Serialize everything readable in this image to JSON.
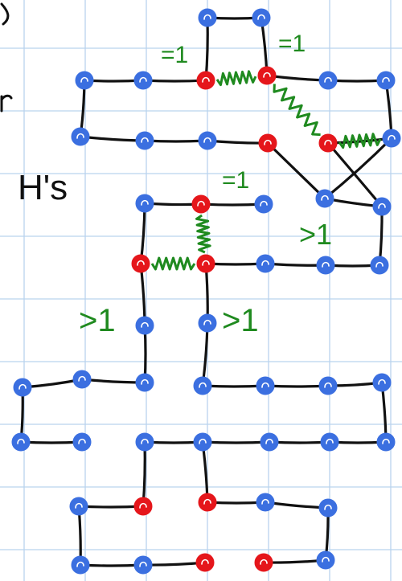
{
  "colors": {
    "paper": "#ffffff",
    "grid": "#b9d3ee",
    "ink": "#111111",
    "blue_node": "#3b6fe0",
    "red_node": "#e5161b",
    "spring": "#1f8a1f",
    "label_green": "#1f8a1f"
  },
  "text": {
    "side_label": "H's",
    "eq_label_1": "=1",
    "eq_label_2": "=1",
    "eq_label_3": "=1",
    "gt_label_1": ">1",
    "gt_label_2": ">1",
    "gt_label_3": ">1"
  },
  "diagram": {
    "nodes": [
      {
        "id": "t1",
        "color": "blue"
      },
      {
        "id": "t2",
        "color": "blue"
      },
      {
        "id": "a1",
        "color": "blue"
      },
      {
        "id": "a2",
        "color": "blue"
      },
      {
        "id": "a3",
        "color": "red"
      },
      {
        "id": "a4",
        "color": "red"
      },
      {
        "id": "a5",
        "color": "blue"
      },
      {
        "id": "a6",
        "color": "blue"
      },
      {
        "id": "b1",
        "color": "blue"
      },
      {
        "id": "b2",
        "color": "blue"
      },
      {
        "id": "b3",
        "color": "blue"
      },
      {
        "id": "b4",
        "color": "red"
      },
      {
        "id": "b5",
        "color": "red"
      },
      {
        "id": "b6",
        "color": "blue"
      },
      {
        "id": "c1",
        "color": "blue"
      },
      {
        "id": "c2",
        "color": "red"
      },
      {
        "id": "c3",
        "color": "blue"
      },
      {
        "id": "c4",
        "color": "blue"
      },
      {
        "id": "c5",
        "color": "blue"
      },
      {
        "id": "d1",
        "color": "red"
      },
      {
        "id": "d2",
        "color": "red"
      },
      {
        "id": "d3",
        "color": "blue"
      },
      {
        "id": "d4",
        "color": "blue"
      },
      {
        "id": "d5",
        "color": "blue"
      },
      {
        "id": "e1",
        "color": "blue"
      },
      {
        "id": "e2",
        "color": "blue"
      },
      {
        "id": "f1",
        "color": "blue"
      },
      {
        "id": "f2",
        "color": "blue"
      },
      {
        "id": "f3",
        "color": "blue"
      },
      {
        "id": "f4",
        "color": "blue"
      },
      {
        "id": "f5",
        "color": "blue"
      },
      {
        "id": "f6",
        "color": "blue"
      },
      {
        "id": "f7",
        "color": "blue"
      },
      {
        "id": "g1",
        "color": "blue"
      },
      {
        "id": "g2",
        "color": "blue"
      },
      {
        "id": "g3",
        "color": "blue"
      },
      {
        "id": "g4",
        "color": "blue"
      },
      {
        "id": "g5",
        "color": "blue"
      },
      {
        "id": "g6",
        "color": "blue"
      },
      {
        "id": "g7",
        "color": "blue"
      },
      {
        "id": "h1",
        "color": "blue"
      },
      {
        "id": "h2",
        "color": "red"
      },
      {
        "id": "h3",
        "color": "red"
      },
      {
        "id": "h4",
        "color": "blue"
      },
      {
        "id": "h5",
        "color": "blue"
      },
      {
        "id": "i1",
        "color": "blue"
      },
      {
        "id": "i2",
        "color": "blue"
      },
      {
        "id": "i3",
        "color": "red"
      },
      {
        "id": "i4",
        "color": "red"
      },
      {
        "id": "i5",
        "color": "blue"
      }
    ],
    "edges": [
      [
        "t1",
        "t2"
      ],
      [
        "t1",
        "a3"
      ],
      [
        "t2",
        "a4"
      ],
      [
        "a1",
        "a2"
      ],
      [
        "a2",
        "a3"
      ],
      [
        "a4",
        "a5"
      ],
      [
        "a5",
        "a6"
      ],
      [
        "a1",
        "b1"
      ],
      [
        "a6",
        "b6"
      ],
      [
        "b1",
        "b2"
      ],
      [
        "b2",
        "b3"
      ],
      [
        "b3",
        "b4"
      ],
      [
        "b5",
        "b6"
      ],
      [
        "b5",
        "c5"
      ],
      [
        "b4",
        "c4"
      ],
      [
        "c1",
        "c2"
      ],
      [
        "c2",
        "c3"
      ],
      [
        "b6",
        "c4"
      ],
      [
        "c4",
        "c5"
      ],
      [
        "c1",
        "d1"
      ],
      [
        "d2",
        "d3"
      ],
      [
        "d3",
        "d4"
      ],
      [
        "d4",
        "d5"
      ],
      [
        "c5",
        "d5"
      ],
      [
        "d1",
        "e1"
      ],
      [
        "d2",
        "e2"
      ],
      [
        "e1",
        "f3"
      ],
      [
        "e2",
        "f4"
      ],
      [
        "f1",
        "f2"
      ],
      [
        "f2",
        "f3"
      ],
      [
        "f4",
        "f5"
      ],
      [
        "f5",
        "f6"
      ],
      [
        "f6",
        "f7"
      ],
      [
        "f1",
        "g1"
      ],
      [
        "f7",
        "g7"
      ],
      [
        "g1",
        "g2"
      ],
      [
        "g3",
        "g4"
      ],
      [
        "g4",
        "g5"
      ],
      [
        "g5",
        "g6"
      ],
      [
        "g6",
        "g7"
      ],
      [
        "g3",
        "h2"
      ],
      [
        "g4",
        "h3"
      ],
      [
        "h1",
        "h2"
      ],
      [
        "h3",
        "h4"
      ],
      [
        "h4",
        "h5"
      ],
      [
        "h1",
        "i1"
      ],
      [
        "h5",
        "i5"
      ],
      [
        "i1",
        "i2"
      ],
      [
        "i2",
        "i3"
      ],
      [
        "i4",
        "i5"
      ]
    ],
    "springs": [
      [
        "a3",
        "a4"
      ],
      [
        "a4",
        "b5"
      ],
      [
        "b5",
        "b6"
      ],
      [
        "c2",
        "d2"
      ],
      [
        "d1",
        "d2"
      ]
    ]
  }
}
